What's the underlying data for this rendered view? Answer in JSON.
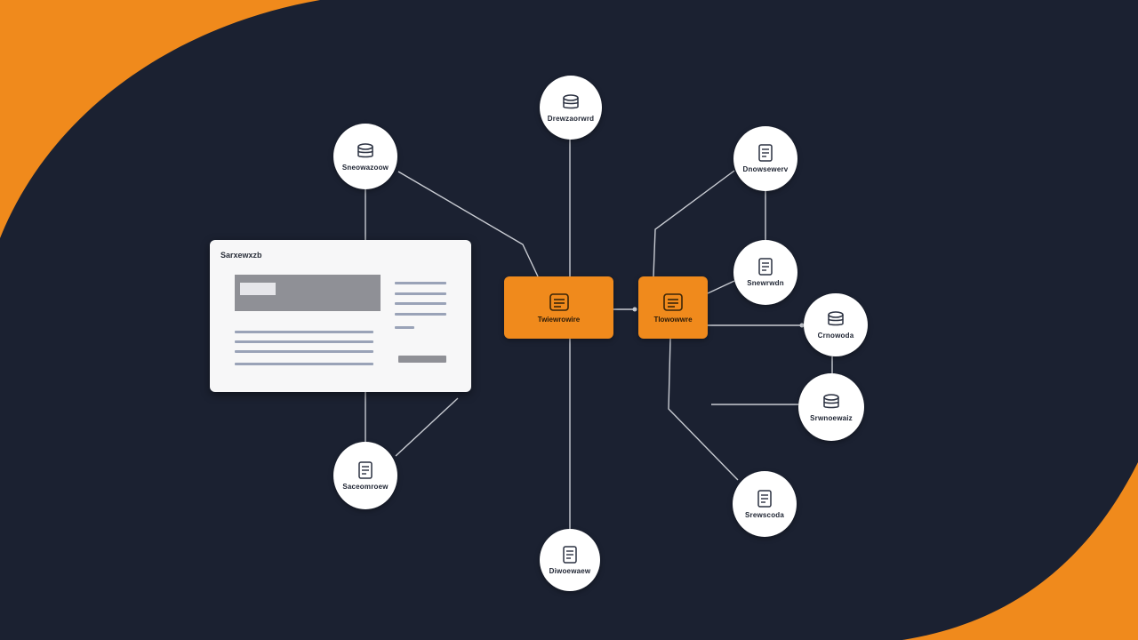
{
  "colors": {
    "background": "#1b2131",
    "accent": "#f08a1c",
    "node_fill": "#ffffff",
    "edge": "#c9ccd3",
    "icon_stroke": "#2a3040",
    "card_fill": "#f7f7f8",
    "card_block": "#8f9096",
    "card_line": "#9aa3b8"
  },
  "diagram": {
    "card": {
      "title": "Sarxewxzb"
    },
    "hubs": [
      {
        "id": "hub-left",
        "icon": "server-icon",
        "label": "Twiewrowire"
      },
      {
        "id": "hub-right",
        "icon": "server-icon",
        "label": "Tlowowwre"
      }
    ],
    "nodes": [
      {
        "id": "node-top-center",
        "icon": "database-icon",
        "label": "Drewzaorwrd"
      },
      {
        "id": "node-upper-left",
        "icon": "database-icon",
        "label": "Sneowazoow"
      },
      {
        "id": "node-lower-left",
        "icon": "document-icon",
        "label": "Saceomroew"
      },
      {
        "id": "node-bottom-center",
        "icon": "document-icon",
        "label": "Diwoewaew"
      },
      {
        "id": "node-right-1",
        "icon": "document-icon",
        "label": "Dnowsewerv"
      },
      {
        "id": "node-right-2",
        "icon": "document-icon",
        "label": "Snewrwdn"
      },
      {
        "id": "node-right-3",
        "icon": "database-icon",
        "label": "Crnowoda"
      },
      {
        "id": "node-right-4",
        "icon": "database-icon",
        "label": "Srwnoewaiz"
      },
      {
        "id": "node-right-5",
        "icon": "document-icon",
        "label": "Srewscoda"
      }
    ]
  }
}
